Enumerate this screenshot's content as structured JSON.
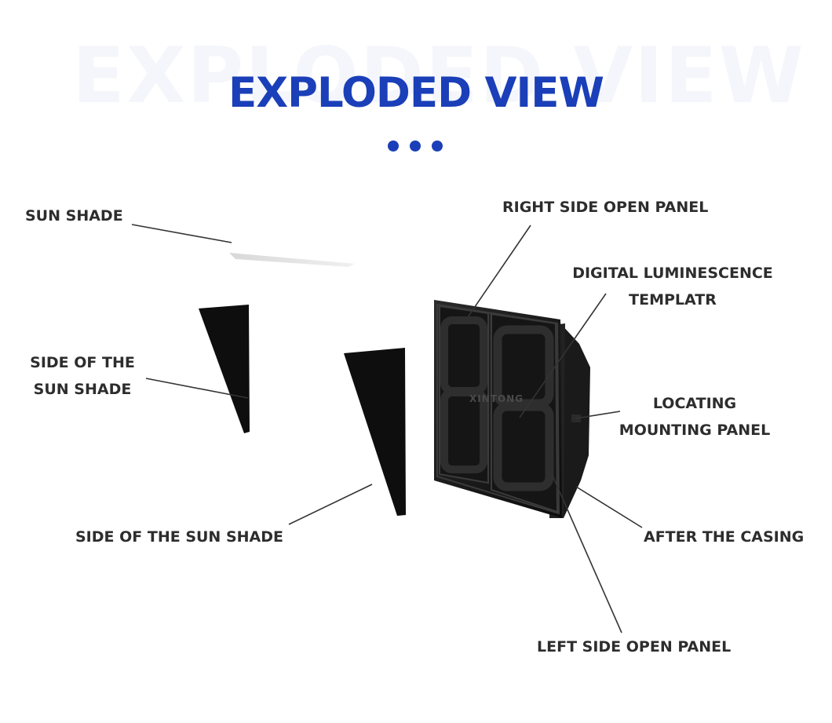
{
  "header": {
    "watermark": "EXPLODED VIEW",
    "title": "EXPLODED VIEW"
  },
  "brand": {
    "logo_text": "XINTONG"
  },
  "labels": {
    "sun_shade": "SUN SHADE",
    "side_left_line1": "SIDE OF THE",
    "side_left_line2": "SUN SHADE",
    "side_bottom": "SIDE OF THE SUN SHADE",
    "right_side_open_panel": "RIGHT SIDE OPEN PANEL",
    "digital_line1": "DIGITAL LUMINESCENCE",
    "digital_line2": "TEMPLATR",
    "locating_line1": "LOCATING",
    "locating_line2": "MOUNTING PANEL",
    "after_casing": "AFTER THE CASING",
    "left_side_open_panel": "LEFT SIDE OPEN PANEL"
  },
  "colors": {
    "title": "#1a3fb8",
    "label_text": "#2d2d2d",
    "parts": "#111111",
    "leader_lines": "#333333"
  }
}
